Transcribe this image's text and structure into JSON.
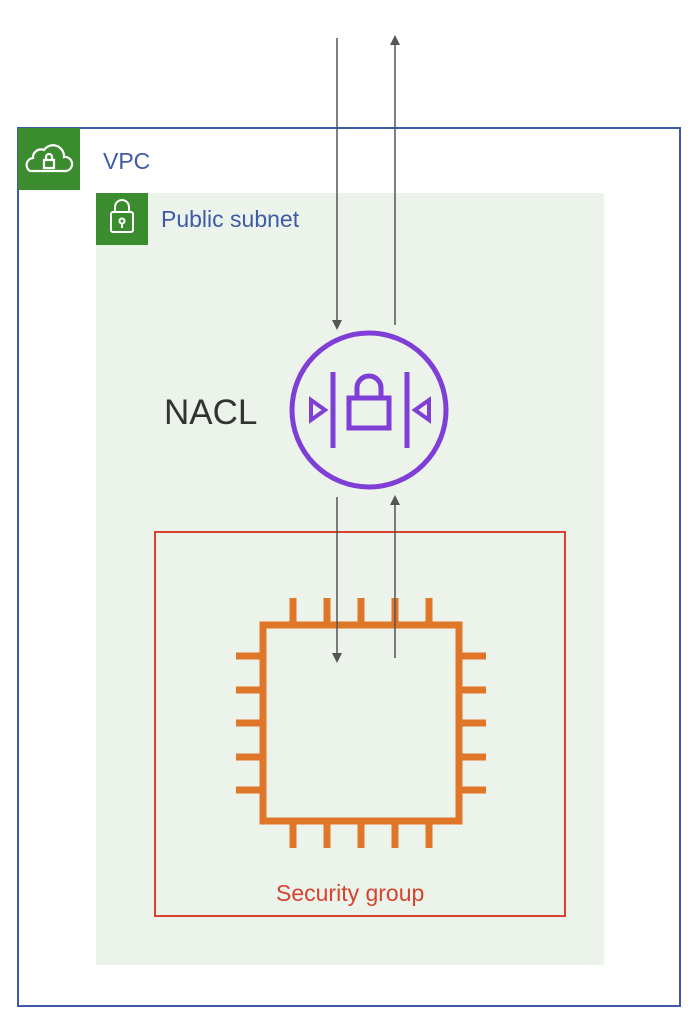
{
  "labels": {
    "vpc": "VPC",
    "public_subnet": "Public subnet",
    "nacl": "NACL",
    "security_group": "Security group"
  },
  "icons": {
    "vpc": "cloud-lock-icon",
    "subnet": "padlock-icon",
    "nacl": "network-acl-icon",
    "instance": "chip-icon"
  },
  "colors": {
    "vpc_border": "#3f5aa8",
    "vpc_text": "#3f5aa8",
    "subnet_fill": "#ebf3ea",
    "subnet_text": "#3f5aa8",
    "badge_green": "#3b8c2f",
    "nacl_purple": "#7f3fd6",
    "nacl_text": "#333333",
    "sg_border": "#d6432f",
    "sg_text": "#d6432f",
    "instance_orange": "#e07627",
    "arrow": "#555555"
  }
}
